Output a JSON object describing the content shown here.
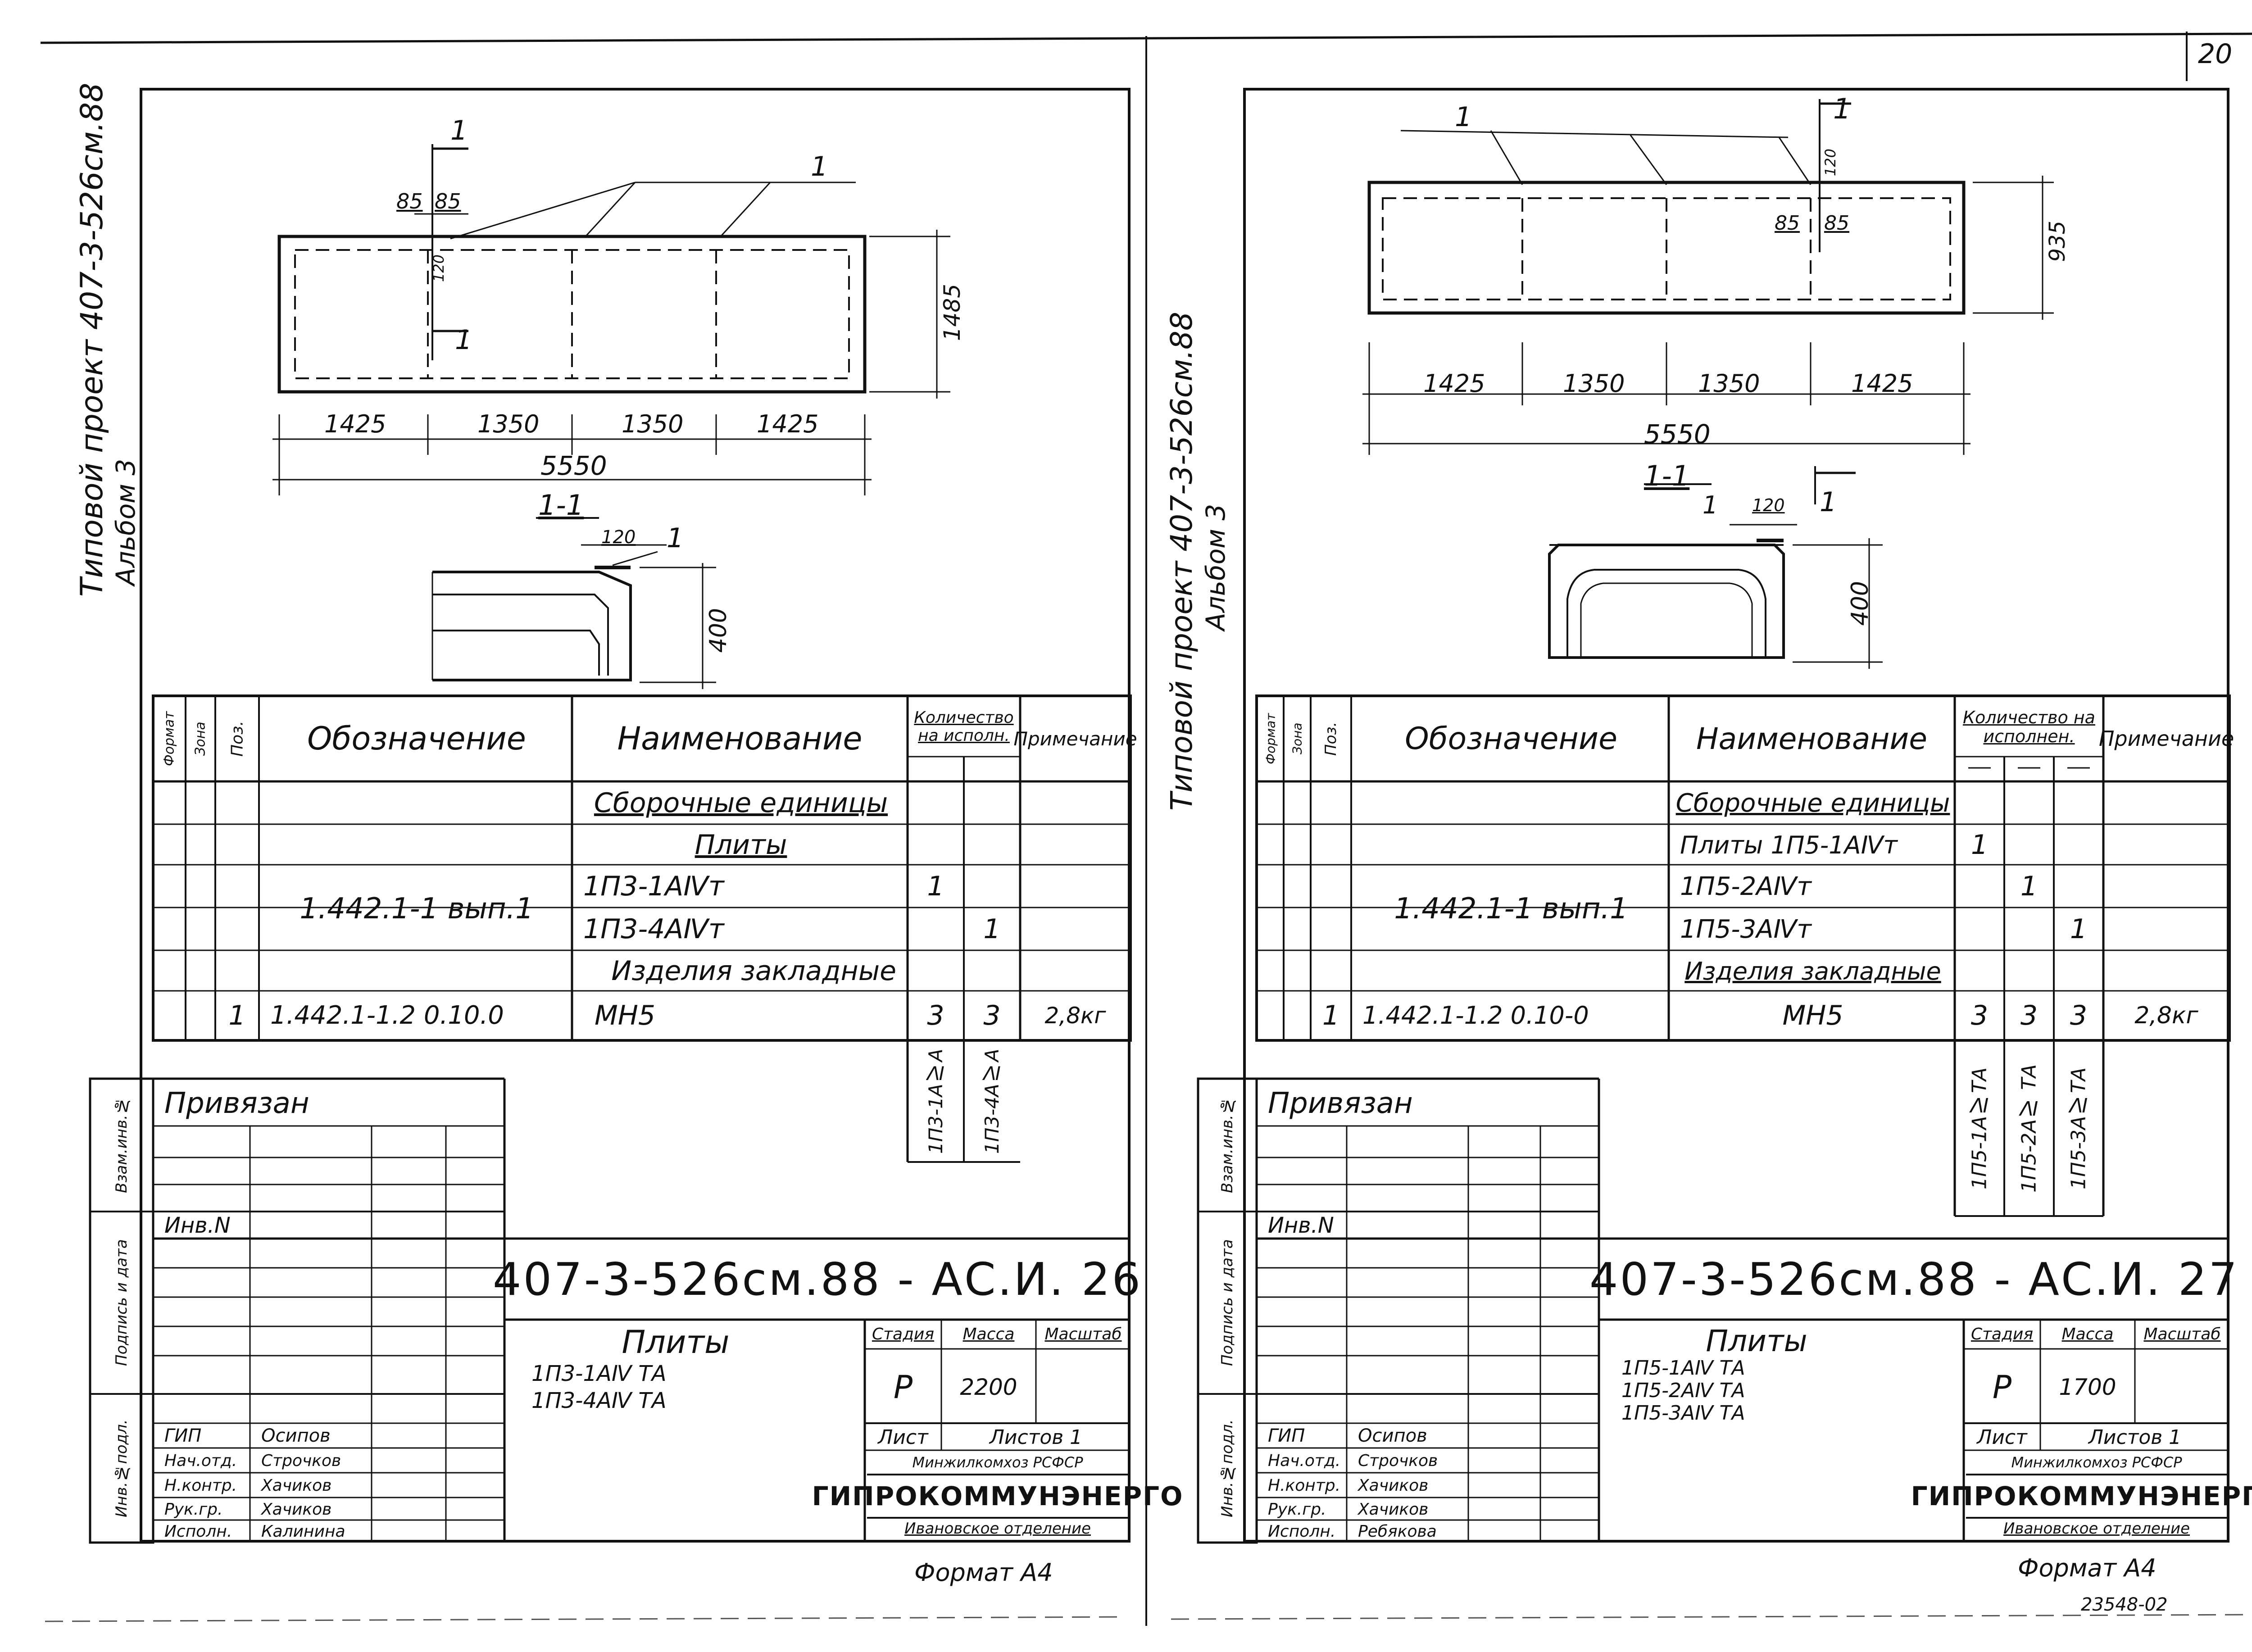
{
  "page_number": "20",
  "corner_code": "23548-02",
  "left": {
    "side_title": "Типовой проект 407-3-526см.88",
    "side_album": "Альбом 3",
    "plan": {
      "section_mark": "1",
      "ref": "1",
      "dim_85a": "85",
      "dim_85b": "85",
      "dim_120": "120",
      "dim_height": "1485",
      "dims": [
        "1425",
        "1350",
        "1350",
        "1425"
      ],
      "total": "5550"
    },
    "section": {
      "title": "1-1",
      "dim_120": "120",
      "ref": "1",
      "height": "400"
    },
    "table": {
      "h_format": "Формат",
      "h_zone": "Зона",
      "h_pos": "Поз.",
      "h_designation": "Обозначение",
      "h_name": "Наименование",
      "h_qty": "Количество на исполн.",
      "h_note": "Примечание",
      "rows": [
        {
          "name": "Сборочные единицы"
        },
        {
          "name": "Плиты"
        },
        {
          "designation": "1.442.1-1 вып.1",
          "name": "1П3-1АⅣт",
          "q1": "1"
        },
        {
          "name": "1П3-4АⅣт",
          "q2": "1"
        },
        {
          "name": "Изделия закладные"
        },
        {
          "pos": "1",
          "designation": "1.442.1-1.2 0.10.0",
          "name": "МН5",
          "q1": "3",
          "q2": "3",
          "note": "2,8кг"
        }
      ],
      "variant1": "1П3-1АⅣА",
      "variant2": "1П3-4АⅣА"
    },
    "stamp": {
      "privyazan": "Привязан",
      "inv": "Инв.N",
      "side_labels": [
        "Инв.№подл.",
        "Подпись и дата",
        "Взам.инв.№"
      ],
      "code": "407-3-526см.88 - АС.И. 26",
      "title": "Плиты",
      "items": [
        "1П3-1АⅣ ТА",
        "1П3-4АⅣ ТА"
      ],
      "h_stage": "Стадия",
      "h_mass": "Масса",
      "h_scale": "Масштаб",
      "stage": "Р",
      "mass": "2200",
      "sheet": "Лист",
      "sheets": "Листов 1",
      "org_top": "Минжилкомхоз РСФСР",
      "org": "ГИПРОКОММУНЭНЕРГО",
      "org_bottom": "Ивановское отделение",
      "roles": [
        "ГИП",
        "Нач.отд.",
        "Н.контр.",
        "Рук.гр.",
        "Исполн."
      ],
      "names": [
        "Осипов",
        "Строчков",
        "Хачиков",
        "Хачиков",
        "Калинина"
      ],
      "format": "Формат А4"
    }
  },
  "right": {
    "side_title": "Типовой проект 407-3-526см.88",
    "side_album": "Альбом 3",
    "plan": {
      "ref": "1",
      "section_mark": "1",
      "dim_120": "120",
      "dim_85a": "85",
      "dim_85b": "85",
      "dim_height": "935",
      "dims": [
        "1425",
        "1350",
        "1350",
        "1425"
      ],
      "total": "5550"
    },
    "section": {
      "title": "1-1",
      "ref": "1",
      "dim_120": "120",
      "mark": "1",
      "height": "400"
    },
    "table": {
      "h_format": "Формат",
      "h_zone": "Зона",
      "h_pos": "Поз.",
      "h_designation": "Обозначение",
      "h_name": "Наименование",
      "h_qty": "Количество на исполнен.",
      "h_note": "Примечание",
      "rows": [
        {
          "name": "Сборочные единицы"
        },
        {
          "name": "Плиты 1П5-1АⅣт",
          "q1": "1"
        },
        {
          "designation": "1.442.1-1 вып.1",
          "name": "1П5-2АⅣт",
          "q2": "1"
        },
        {
          "name": "1П5-3АⅣт",
          "q3": "1"
        },
        {
          "name": "Изделия закладные"
        },
        {
          "pos": "1",
          "designation": "1.442.1-1.2 0.10-0",
          "name": "МН5",
          "q1": "3",
          "q2": "3",
          "q3": "3",
          "note": "2,8кг"
        }
      ],
      "variant1": "1П5-1АⅣТА",
      "variant2": "1П5-2АⅣ ТА",
      "variant3": "1П5-3АⅣТА"
    },
    "stamp": {
      "privyazan": "Привязан",
      "inv": "Инв.N",
      "side_labels": [
        "Инв.№подл.",
        "Подпись и дата",
        "Взам.инв.№"
      ],
      "code": "407-3-526см.88 - АС.И. 27",
      "title": "Плиты",
      "items": [
        "1П5-1АⅣ ТА",
        "1П5-2АⅣ ТА",
        "1П5-3АⅣ ТА"
      ],
      "h_stage": "Стадия",
      "h_mass": "Масса",
      "h_scale": "Масштаб",
      "stage": "Р",
      "mass": "1700",
      "sheet": "Лист",
      "sheets": "Листов 1",
      "org_top": "Минжилкомхоз РСФСР",
      "org": "ГИПРОКОММУНЭНЕРГО",
      "org_bottom": "Ивановское отделение",
      "roles": [
        "ГИП",
        "Нач.отд.",
        "Н.контр.",
        "Рук.гр.",
        "Исполн."
      ],
      "names": [
        "Осипов",
        "Строчков",
        "Хачиков",
        "Хачиков",
        "Ребякова"
      ],
      "format": "Формат А4"
    }
  }
}
